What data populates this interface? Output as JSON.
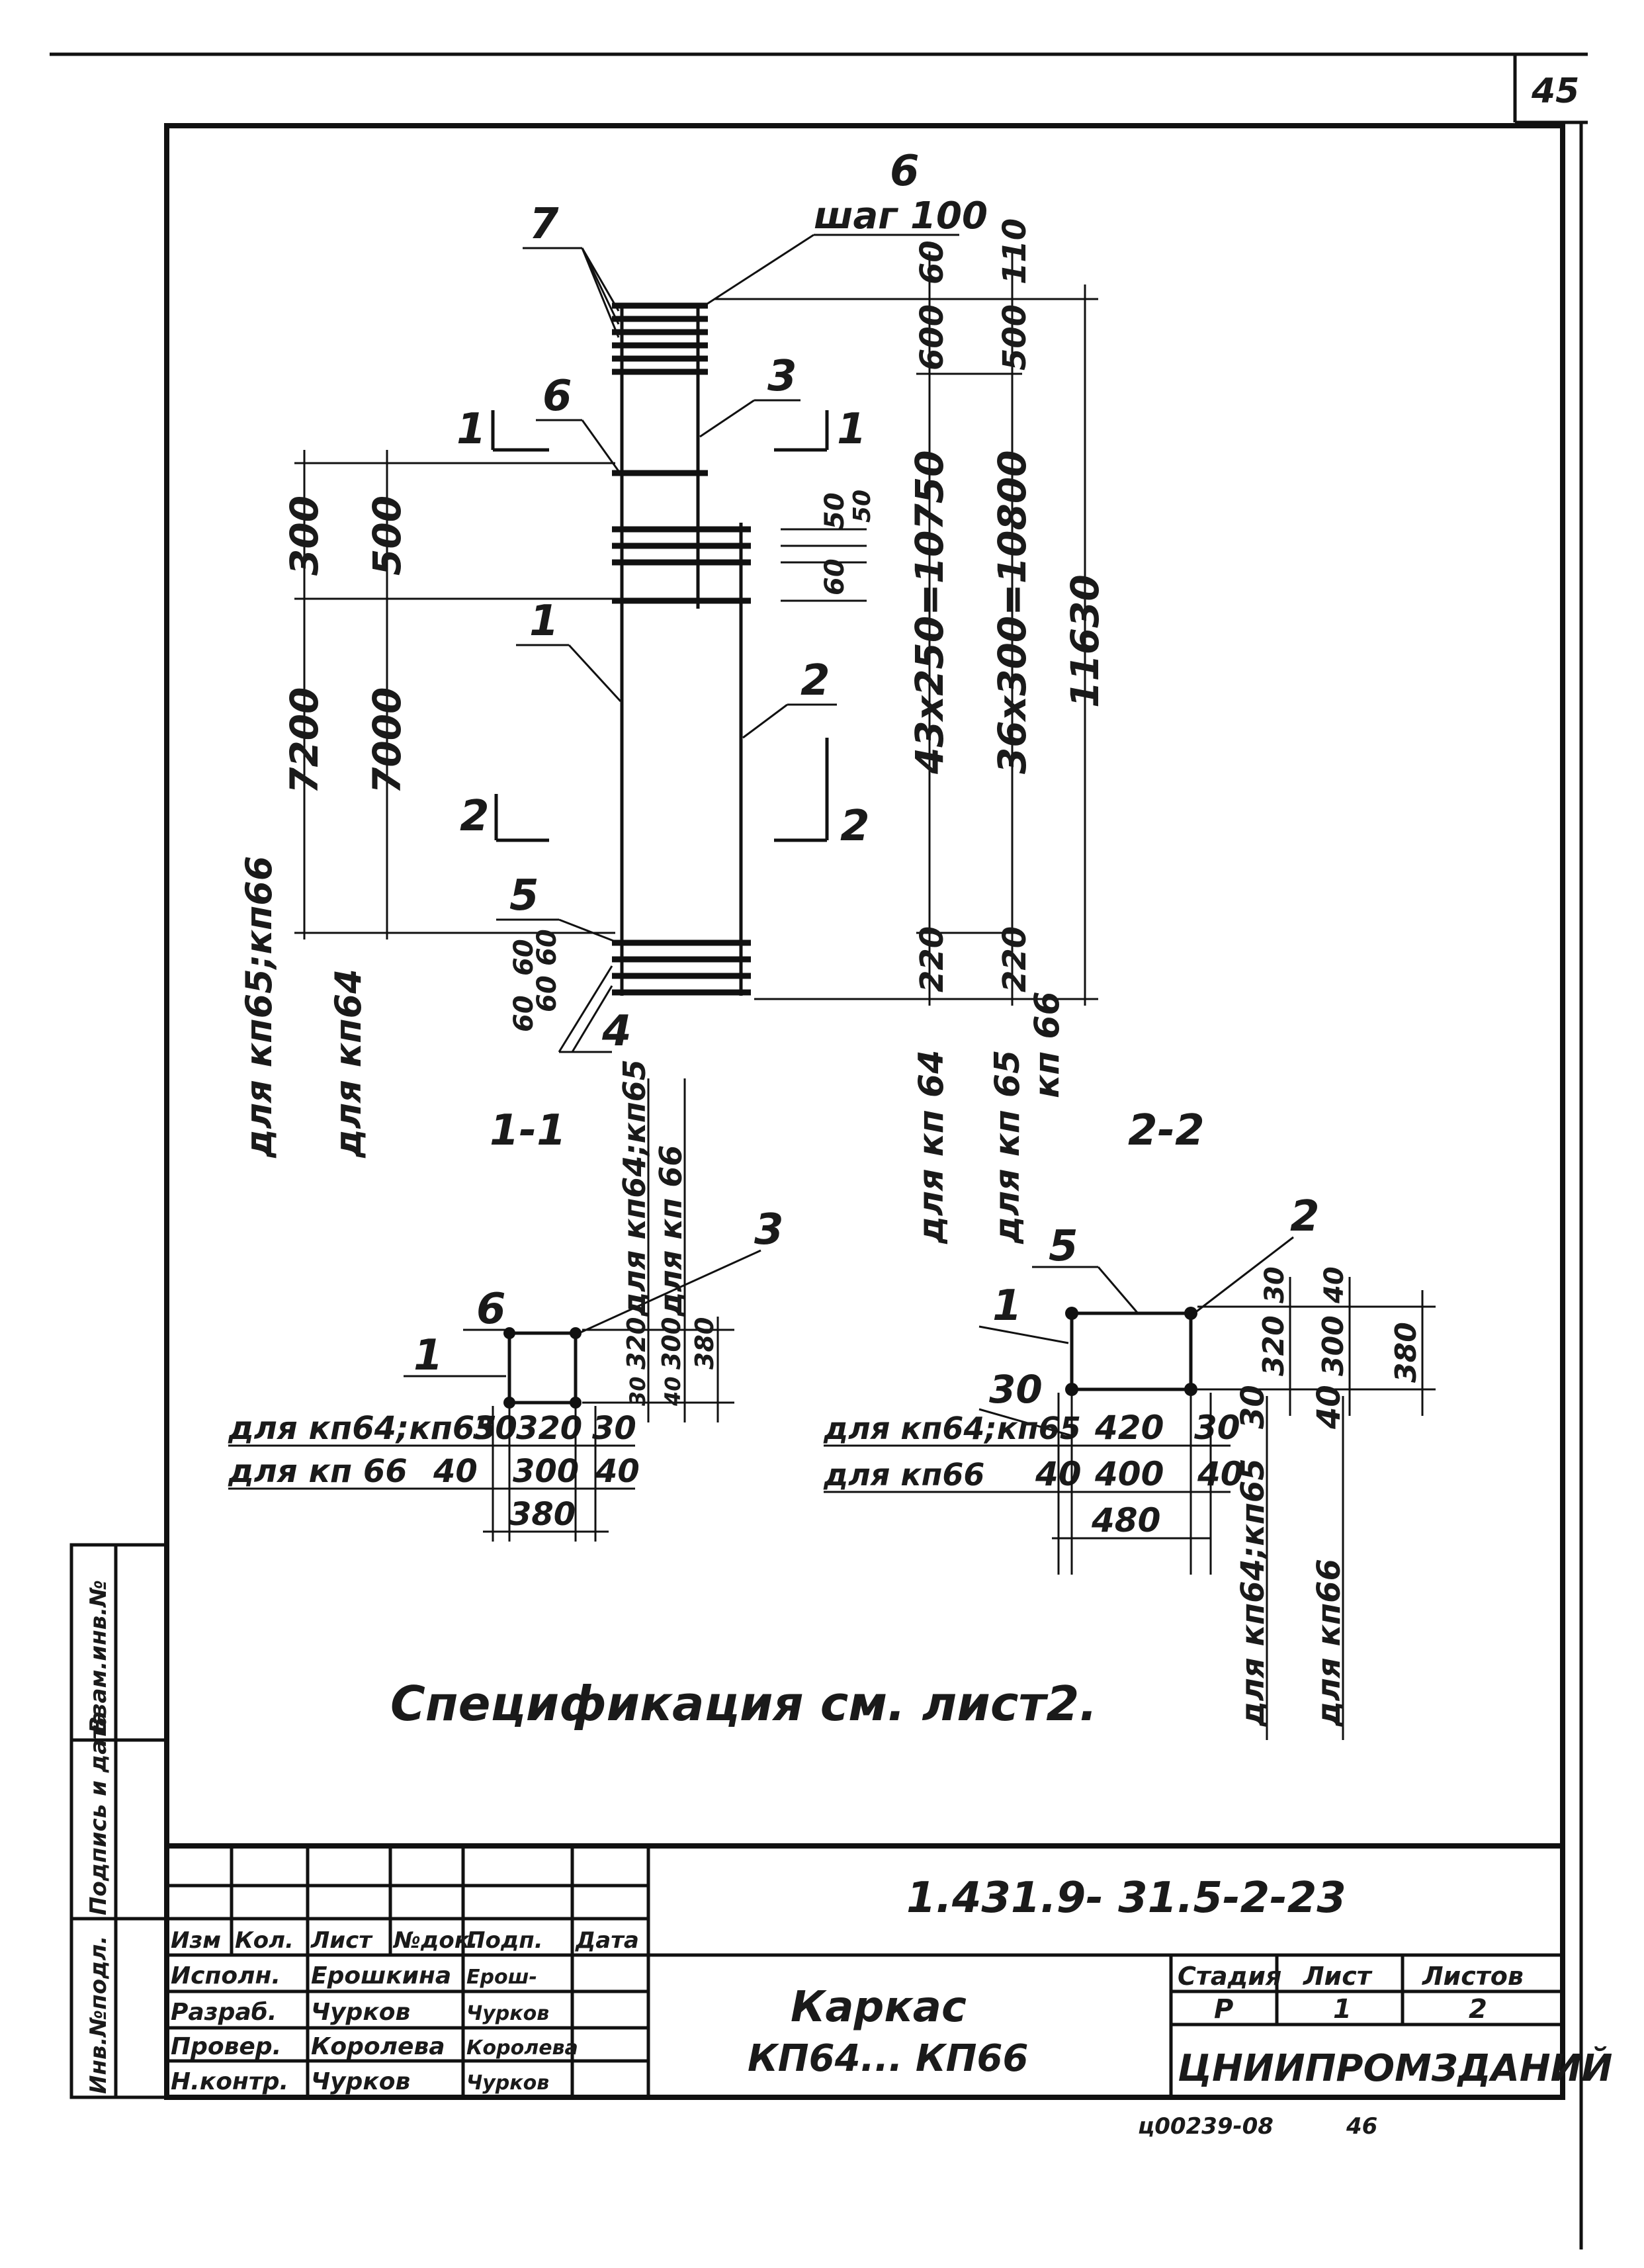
{
  "page_number": "45",
  "left_strip": [
    "Взам.инв.№",
    "Подпись и дата",
    "Инв.№подл."
  ],
  "marks": {
    "m1": "1",
    "m2": "2",
    "m3": "3",
    "m4": "4",
    "m5": "5",
    "m6": "6",
    "m7": "7",
    "step": "шаг 100",
    "cut1": "1",
    "cut2": "2"
  },
  "dims": {
    "d300": "300",
    "d500": "500",
    "d7200": "7200",
    "d7000": "7000",
    "d60a": "60",
    "d60b": "60",
    "d60c": "60",
    "d60d": "60",
    "d50a": "50",
    "d50b": "50",
    "d60side": "60",
    "top60": "60",
    "top110": "110",
    "top600": "600",
    "top500": "500",
    "run1": "43х250=10750",
    "run2": "36х300=10800",
    "total": "11630",
    "bot220a": "220",
    "bot220b": "220"
  },
  "labels": {
    "for_kp65_66": "для кп65;кп66",
    "for_kp64": "для кп64",
    "for_kp64_r": "для кп 64",
    "for_kp65_r1": "для кп 65",
    "for_kp66_r2": "кп 66",
    "section11": "1-1",
    "section22": "2-2"
  },
  "sec11": {
    "v1": "для кп64;кп65",
    "v2": "для кп 66",
    "d30a": "30",
    "d40a": "40",
    "d320": "320",
    "d300": "300",
    "d380": "380",
    "r30": "30",
    "r40": "40",
    "r320": "320",
    "r300": "300",
    "r380": "380",
    "r30b": "30",
    "r40b": "40",
    "h1": "для кп64;кп65",
    "h2": "для кп 66",
    "row1": "для кп64;кп65",
    "row2": "для кп 66",
    "b30": "30",
    "b320": "320",
    "b30r": "30",
    "b40": "40",
    "b300": "300",
    "b40r": "40",
    "b380": "380"
  },
  "sec22": {
    "row1": "для кп64;кп65",
    "row2": "для кп66",
    "b30": "30",
    "b420": "420",
    "b30r": "30",
    "b40": "40",
    "b400": "400",
    "b40r": "40",
    "b480": "480",
    "r30": "30",
    "r40": "40",
    "r320": "320",
    "r300": "300",
    "r380": "380",
    "v1": "для кп64;кп65",
    "v2": "для кп66",
    "vd30": "30",
    "vd40": "40"
  },
  "spec_note": "Спецификация см. лист2.",
  "stamp": {
    "code": "1.431.9- 31.5-2-23",
    "headers": [
      "Изм",
      "Кол.",
      "Лист",
      "№док.",
      "Подп.",
      "Дата"
    ],
    "rows": [
      {
        "role": "Исполн.",
        "name": "Ерошкина",
        "sign": "Ерош-"
      },
      {
        "role": "Разраб.",
        "name": "Чурков",
        "sign": "Чурков"
      },
      {
        "role": "Провер.",
        "name": "Королева",
        "sign": "Королева"
      },
      {
        "role": "Н.контр.",
        "name": "Чурков",
        "sign": "Чурков"
      }
    ],
    "title1": "Каркас",
    "title2": "КП64... КП66",
    "stage_h": "Стадия",
    "sheet_h": "Лист",
    "sheets_h": "Листов",
    "stage": "Р",
    "sheet": "1",
    "sheets": "2",
    "org": "ЦНИИПРОМЗДАНИЙ"
  },
  "footer": {
    "inv": "ц00239-08",
    "num": "46"
  }
}
